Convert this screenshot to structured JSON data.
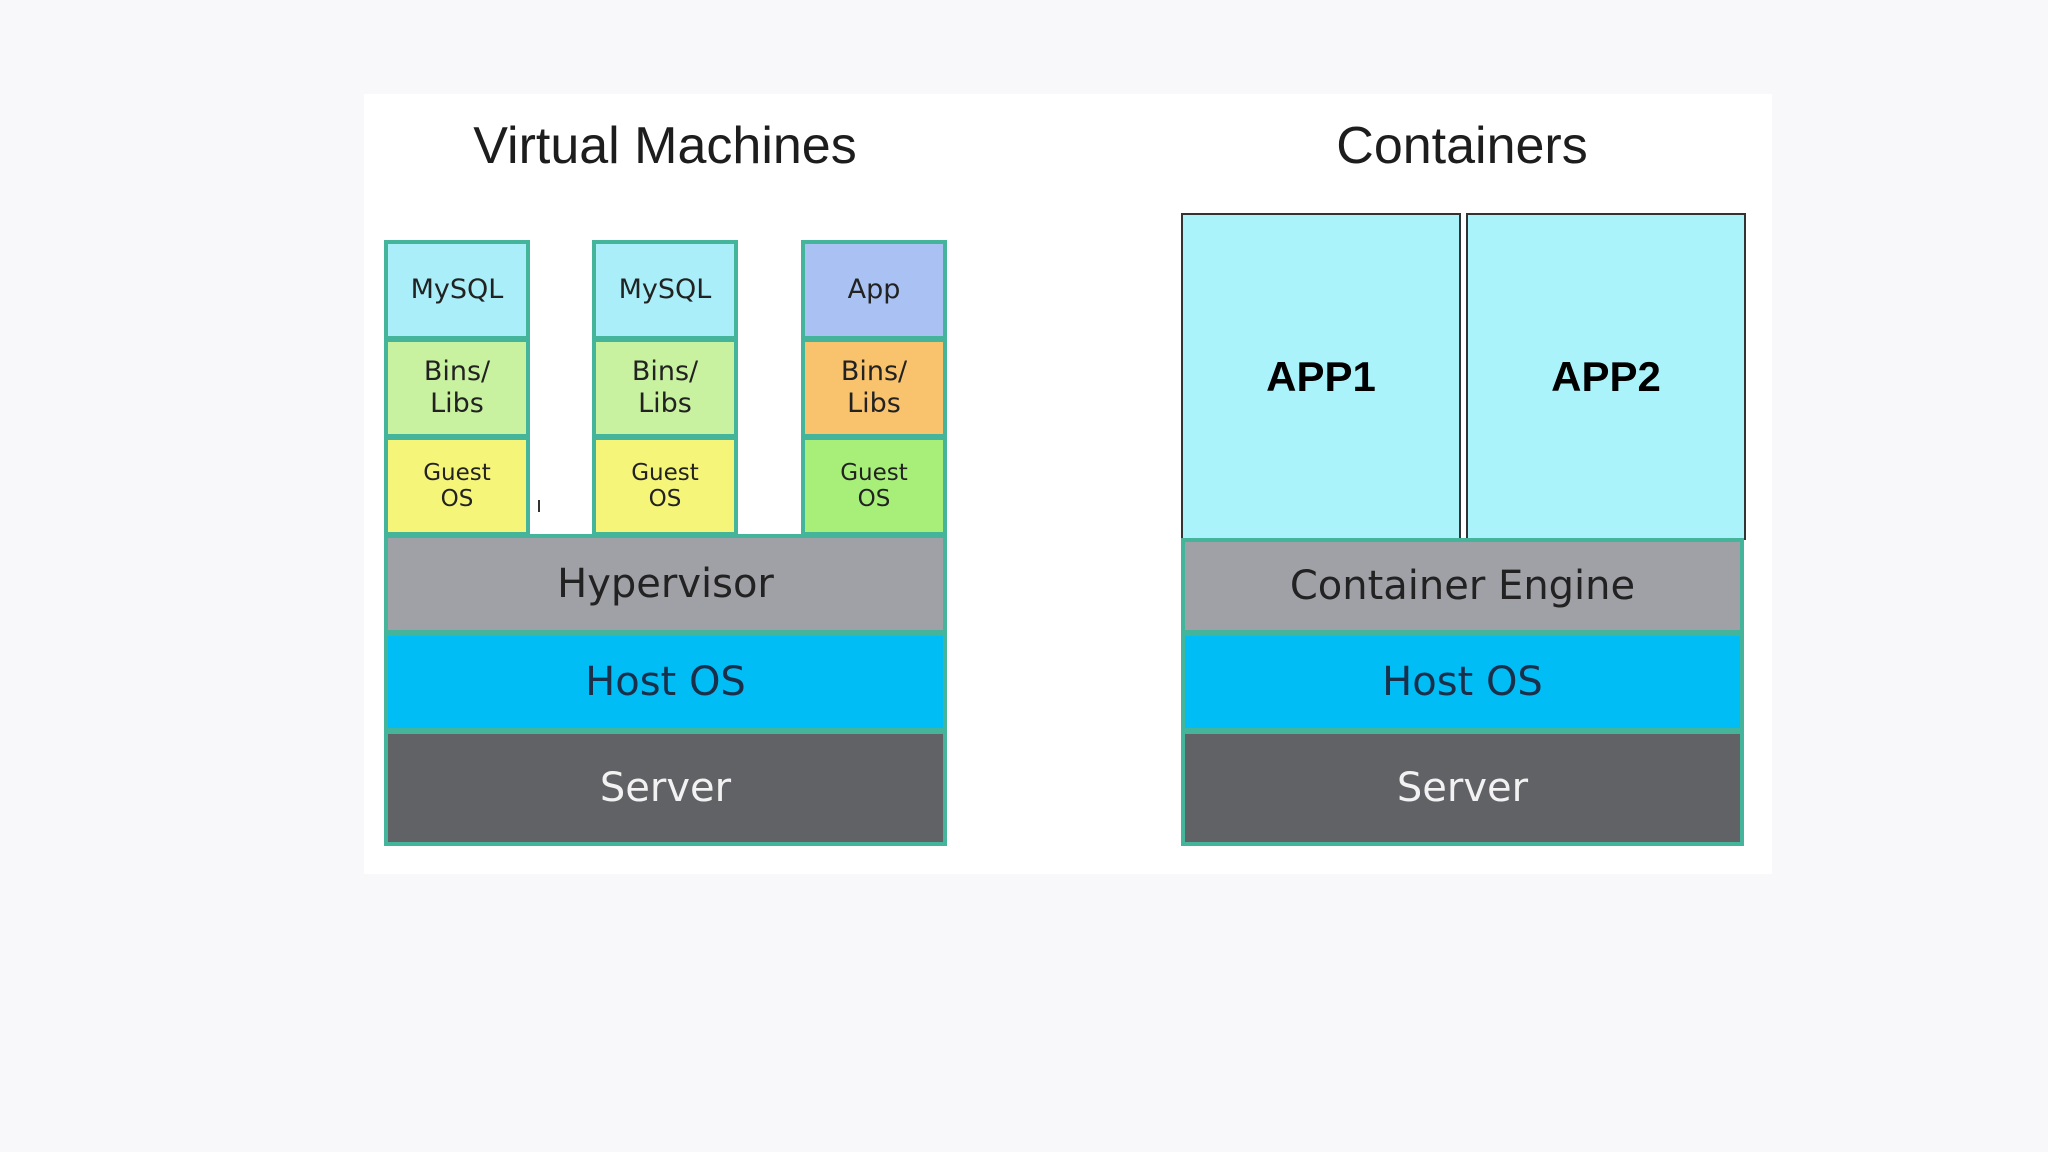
{
  "virtual_machines": {
    "title": "Virtual Machines",
    "stacks": [
      {
        "app": "MySQL",
        "bins": "Bins/\nLibs",
        "guest": "Guest\nOS"
      },
      {
        "app": "MySQL",
        "bins": "Bins/\nLibs",
        "guest": "Guest\nOS"
      },
      {
        "app": "App",
        "bins": "Bins/\nLibs",
        "guest": "Guest\nOS"
      }
    ],
    "hypervisor": "Hypervisor",
    "host_os": "Host OS",
    "server": "Server"
  },
  "containers": {
    "title": "Containers",
    "apps": [
      "APP1",
      "APP2"
    ],
    "engine": "Container Engine",
    "host_os": "Host OS",
    "server": "Server"
  },
  "colors": {
    "mysql": "#a9eef9",
    "bins_green": "#c9f2a0",
    "bins_orange": "#f9c36d",
    "app_purple": "#a9c1f3",
    "guest_yellow": "#f5f57a",
    "guest_green": "#a7ef79",
    "hypervisor": "#a0a1a6",
    "host_os": "#00bdf6",
    "server": "#616266",
    "border": "#44b59a"
  }
}
